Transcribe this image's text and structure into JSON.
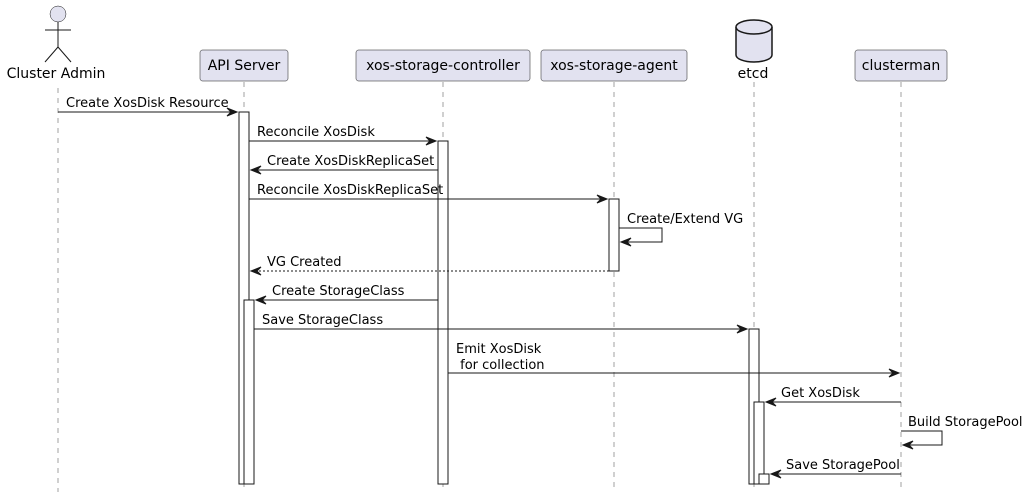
{
  "participants": [
    {
      "id": "admin",
      "label": "Cluster Admin",
      "kind": "actor"
    },
    {
      "id": "api",
      "label": "API Server",
      "kind": "participant"
    },
    {
      "id": "ctrl",
      "label": "xos-storage-controller",
      "kind": "participant"
    },
    {
      "id": "agent",
      "label": "xos-storage-agent",
      "kind": "participant"
    },
    {
      "id": "etcd",
      "label": "etcd",
      "kind": "database"
    },
    {
      "id": "cm",
      "label": "clusterman",
      "kind": "participant"
    }
  ],
  "messages": [
    {
      "from": "admin",
      "to": "api",
      "lines": [
        "Create XosDisk Resource"
      ],
      "style": "solid"
    },
    {
      "from": "api",
      "to": "ctrl",
      "lines": [
        "Reconcile XosDisk"
      ],
      "style": "solid"
    },
    {
      "from": "ctrl",
      "to": "api",
      "lines": [
        "Create XosDiskReplicaSet"
      ],
      "style": "solid"
    },
    {
      "from": "api",
      "to": "agent",
      "lines": [
        "Reconcile XosDiskReplicaSet"
      ],
      "style": "solid"
    },
    {
      "from": "agent",
      "to": "agent",
      "lines": [
        "Create/Extend VG"
      ],
      "style": "self"
    },
    {
      "from": "agent",
      "to": "api",
      "lines": [
        "VG Created"
      ],
      "style": "dashed"
    },
    {
      "from": "ctrl",
      "to": "api",
      "lines": [
        "Create StorageClass"
      ],
      "style": "solid"
    },
    {
      "from": "api",
      "to": "etcd",
      "lines": [
        "Save StorageClass"
      ],
      "style": "solid"
    },
    {
      "from": "ctrl",
      "to": "cm",
      "lines": [
        "Emit XosDisk",
        " for collection"
      ],
      "style": "solid"
    },
    {
      "from": "cm",
      "to": "etcd",
      "lines": [
        "Get XosDisk"
      ],
      "style": "solid"
    },
    {
      "from": "cm",
      "to": "cm",
      "lines": [
        "Build StoragePool"
      ],
      "style": "self"
    },
    {
      "from": "cm",
      "to": "etcd",
      "lines": [
        "Save StoragePool"
      ],
      "style": "solid"
    }
  ],
  "colors": {
    "participant_fill": "#e2e2f0",
    "line": "#181818",
    "lifeline": "#a0a0a0"
  }
}
